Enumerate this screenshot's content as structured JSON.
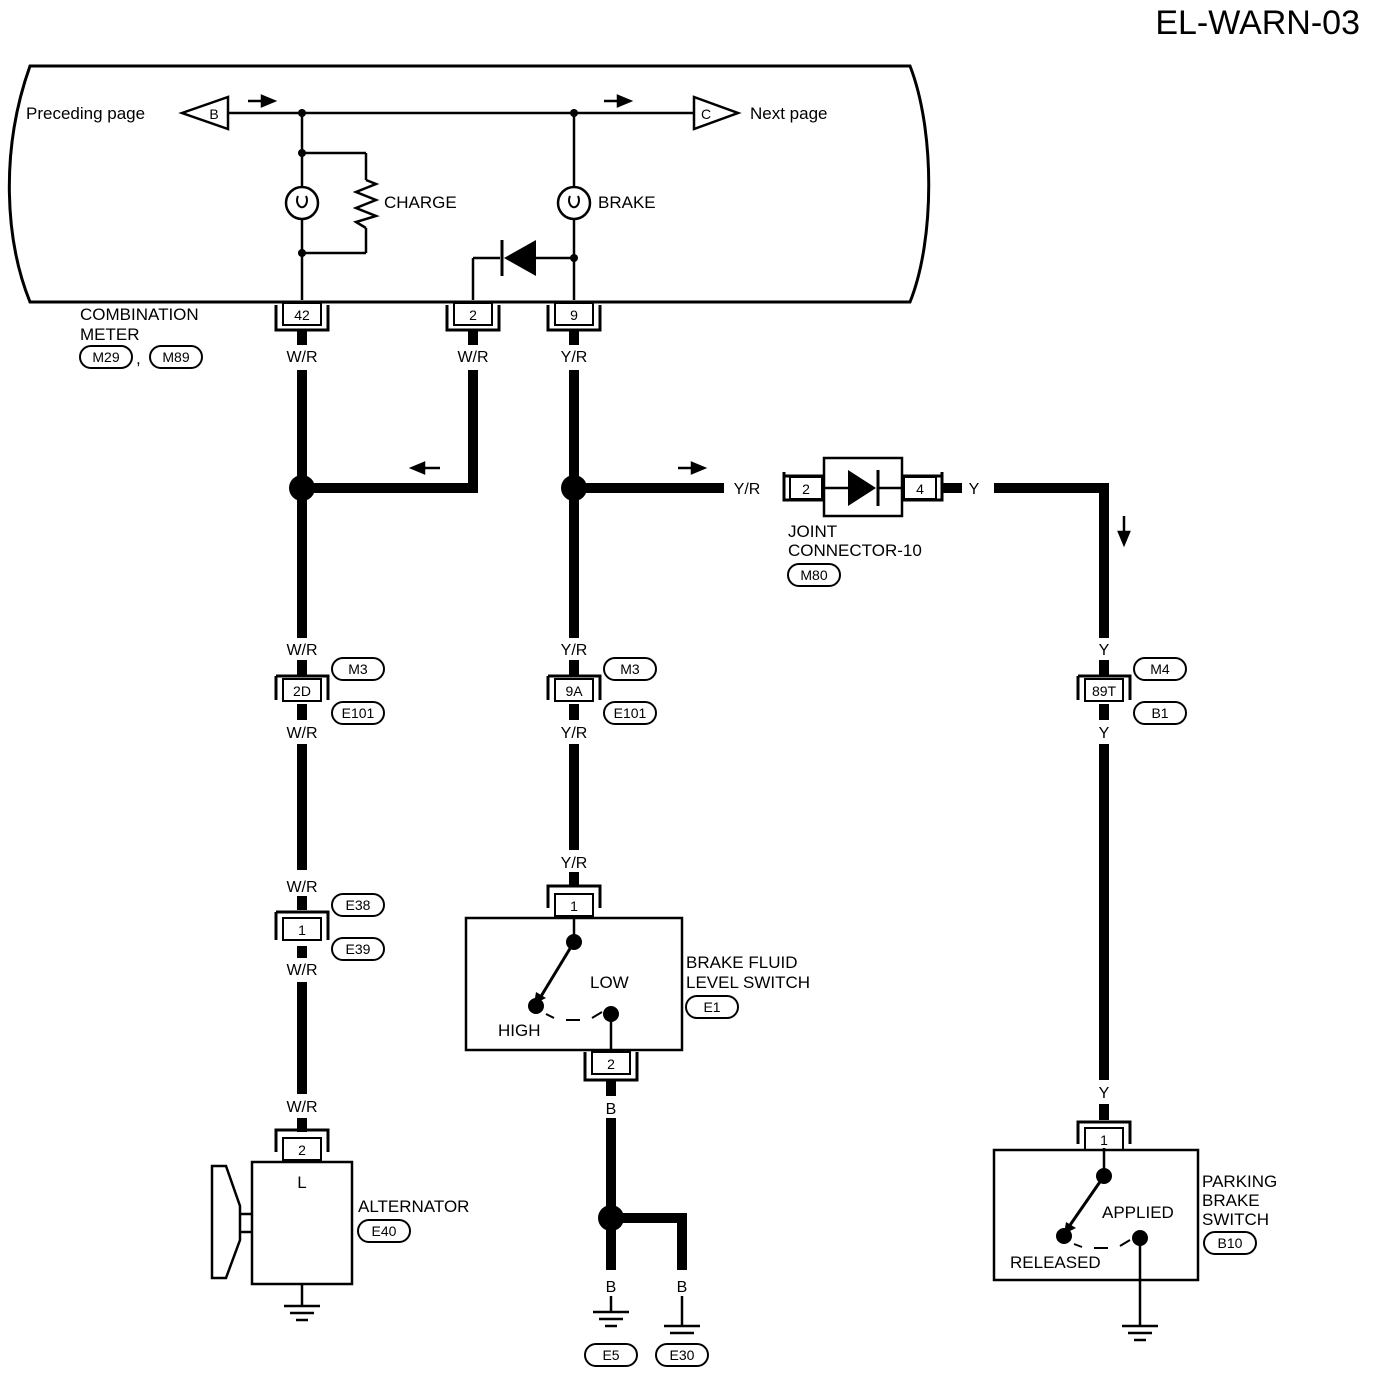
{
  "page_id": "EL-WARN-03",
  "nav": {
    "preceding": "Preceding page",
    "preceding_ref": "B",
    "next": "Next page",
    "next_ref": "C"
  },
  "meter": {
    "name_line1": "COMBINATION",
    "name_line2": "METER",
    "ref1": "M29",
    "ref_sep": ",",
    "ref2": "M89",
    "charge_label": "CHARGE",
    "brake_label": "BRAKE",
    "pin_42": "42",
    "pin_2": "2",
    "pin_9": "9"
  },
  "wires": {
    "wr": "W/R",
    "yr": "Y/R",
    "y": "Y",
    "b": "B"
  },
  "joint_connector": {
    "line1": "JOINT",
    "line2": "CONNECTOR-10",
    "ref": "M80",
    "pin_in": "2",
    "pin_out": "4"
  },
  "connectors": {
    "c2d": {
      "pin": "2D",
      "ref_top": "M3",
      "ref_bottom": "E101"
    },
    "c9a": {
      "pin": "9A",
      "ref_top": "M3",
      "ref_bottom": "E101"
    },
    "c89t": {
      "pin": "89T",
      "ref_top": "M4",
      "ref_bottom": "B1"
    },
    "c1": {
      "pin": "1",
      "ref_top": "E38",
      "ref_bottom": "E39"
    }
  },
  "alternator": {
    "name": "ALTERNATOR",
    "ref": "E40",
    "pin": "2",
    "terminal": "L"
  },
  "brake_fluid": {
    "line1": "BRAKE FLUID",
    "line2": "LEVEL SWITCH",
    "ref": "E1",
    "pin_top": "1",
    "pin_bottom": "2",
    "low": "LOW",
    "high": "HIGH"
  },
  "parking_brake": {
    "line1": "PARKING",
    "line2": "BRAKE",
    "line3": "SWITCH",
    "ref": "B10",
    "pin": "1",
    "applied": "APPLIED",
    "released": "RELEASED"
  },
  "grounds": {
    "ref_e5": "E5",
    "ref_e30": "E30"
  }
}
